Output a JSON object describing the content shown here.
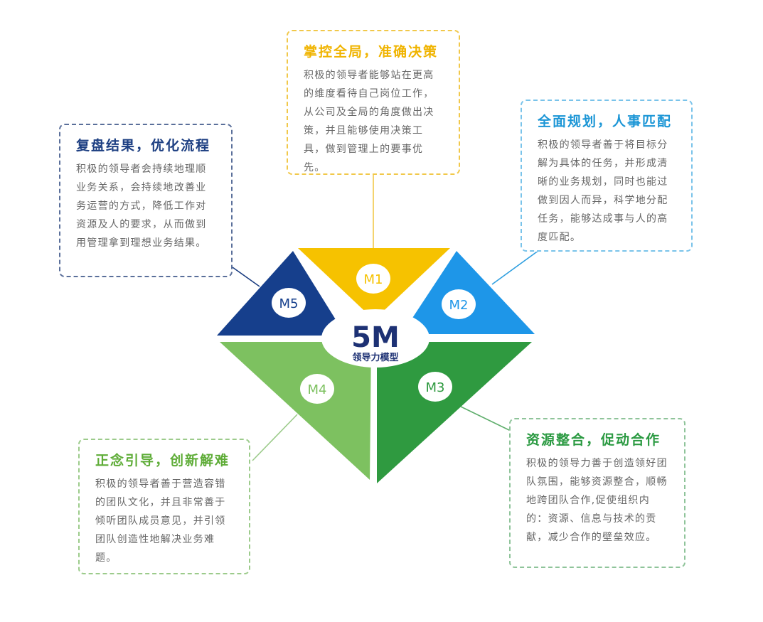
{
  "center": {
    "title": "5M",
    "subtitle": "领导力模型"
  },
  "segments": [
    {
      "id": "m1",
      "label": "M1",
      "color": "#f6c200"
    },
    {
      "id": "m2",
      "label": "M2",
      "color": "#1e96e8"
    },
    {
      "id": "m3",
      "label": "M3",
      "color": "#2f9a40"
    },
    {
      "id": "m4",
      "label": "M4",
      "color": "#7dc160"
    },
    {
      "id": "m5",
      "label": "M5",
      "color": "#163f8c"
    }
  ],
  "cards": {
    "m1": {
      "title": "掌控全局，准确决策",
      "body": "积极的领导者能够站在更高的维度看待自己岗位工作，从公司及全局的角度做出决策，并且能够使用决策工具，做到管理上的要事优先。"
    },
    "m2": {
      "title": "全面规划，人事匹配",
      "body": "积极的领导者善于将目标分解为具体的任务，并形成清晰的业务规划，同时也能过做到因人而异，科学地分配任务，能够达成事与人的高度匹配。"
    },
    "m3": {
      "title": "资源整合，促动合作",
      "body": "积极的领导力善于创造领好团队氛围，能够资源整合，顺畅地跨团队合作,促使组织内的：资源、信息与技术的贡献，减少合作的壁垒效应。"
    },
    "m4": {
      "title": "正念引导，创新解难",
      "body": "积极的领导者善于营造容错的团队文化，并且非常善于倾听团队成员意见，并引领团队创造性地解决业务难题。"
    },
    "m5": {
      "title": "复盘结果，优化流程",
      "body": "积极的领导者会持续地理顺业务关系，会持续地改善业务运营的方式，降低工作对资源及人的要求，从而做到用管理拿到理想业务结果。"
    }
  }
}
